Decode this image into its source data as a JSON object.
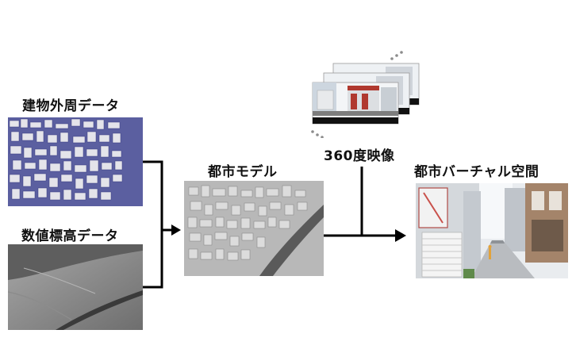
{
  "labels": {
    "building_footprints": "建物外周データ",
    "elevation": "数値標高データ",
    "city_model": "都市モデル",
    "video360": "360度映像",
    "virtual_space": "都市バーチャル空間"
  },
  "colors": {
    "arrow": "#000000",
    "building_bg": "#5b5fa0",
    "elevation_bg": "#8a8a8a",
    "model_bg": "#b8b8b8"
  }
}
